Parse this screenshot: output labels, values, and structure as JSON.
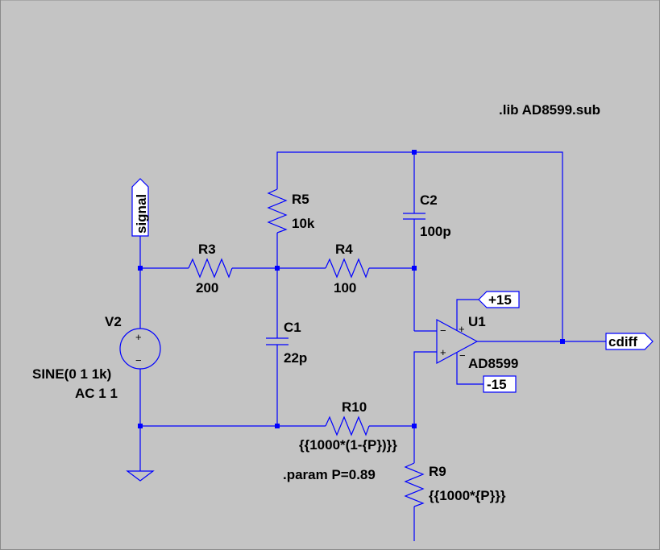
{
  "directives": {
    "lib": ".lib AD8599.sub",
    "param": ".param P=0.89"
  },
  "components": {
    "R3": {
      "name": "R3",
      "value": "200"
    },
    "R4": {
      "name": "R4",
      "value": "100"
    },
    "R5": {
      "name": "R5",
      "value": "10k"
    },
    "R9": {
      "name": "R9",
      "value": "{{1000*{P}}}"
    },
    "R10": {
      "name": "R10",
      "value": "{{1000*(1-{P})}}"
    },
    "C1": {
      "name": "C1",
      "value": "22p"
    },
    "C2": {
      "name": "C2",
      "value": "100p"
    },
    "V2": {
      "name": "V2",
      "value": "SINE(0 1 1k)",
      "ac": "AC 1 1"
    },
    "U1": {
      "name": "U1",
      "model": "AD8599"
    }
  },
  "net_labels": {
    "signal": "signal",
    "cdiff": "cdiff",
    "vpos": "+15",
    "vneg": "-15"
  },
  "symbols": {
    "plus": "+",
    "minus": "−"
  },
  "colors": {
    "background": "#c4c4c4",
    "wire": "#0000ff",
    "text": "#000000"
  }
}
